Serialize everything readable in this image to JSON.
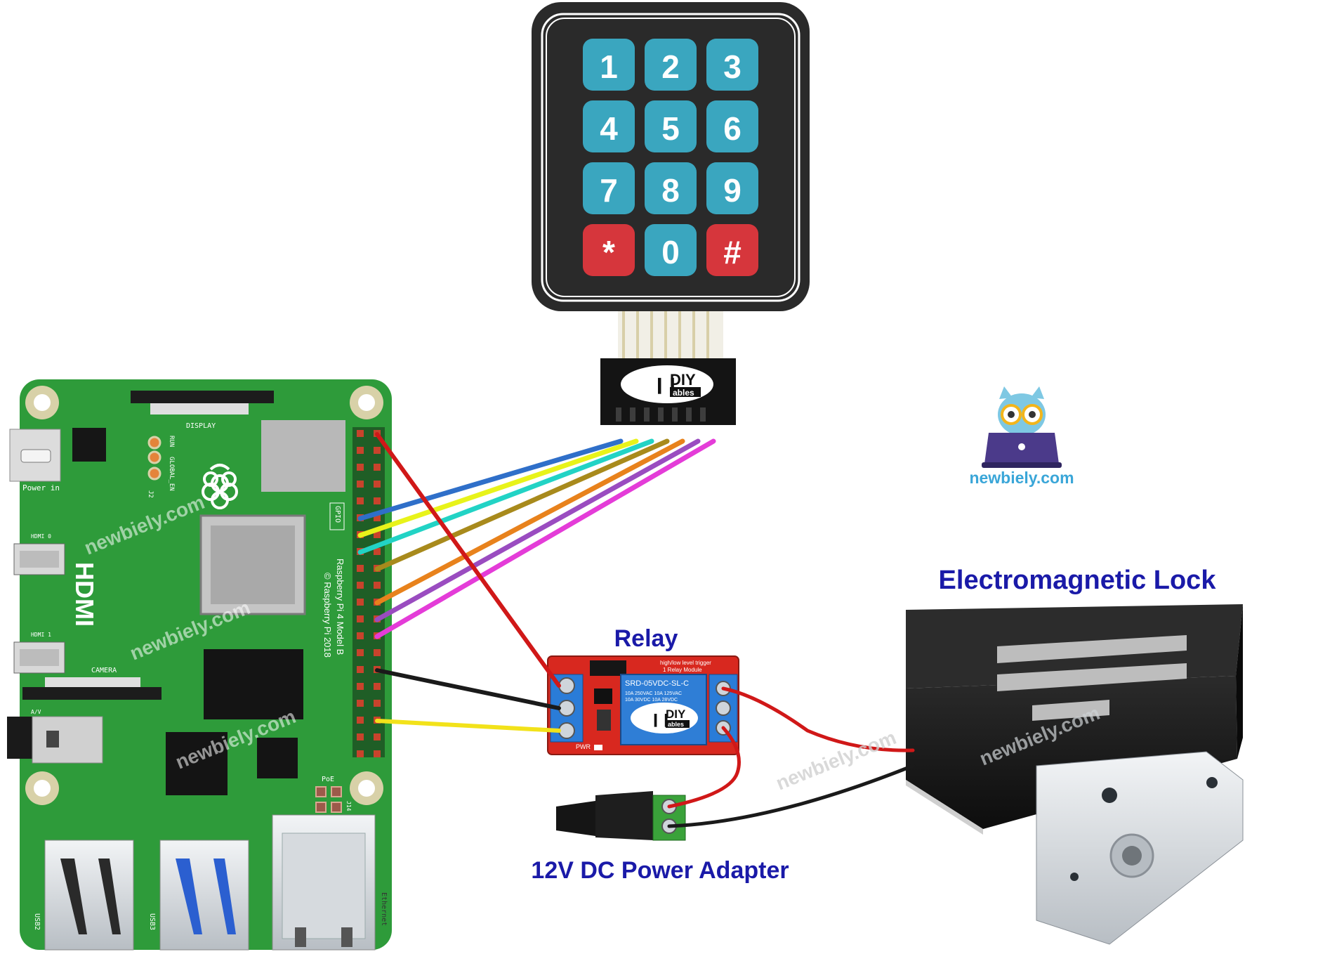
{
  "labels": {
    "lock_title": "Electromagnetic Lock",
    "relay_title": "Relay",
    "adapter_title": "12V DC Power Adapter"
  },
  "brand": {
    "site": "newbiely.com",
    "watermark": "newbiely.com",
    "module_logo_top": "DIY",
    "module_logo_bottom": "ables"
  },
  "keypad": {
    "keys": [
      "1",
      "2",
      "3",
      "4",
      "5",
      "6",
      "7",
      "8",
      "9",
      "*",
      "0",
      "#"
    ],
    "key_color": "#3aa6bf",
    "special_key_color": "#d6363c"
  },
  "pi": {
    "power_label": "Power in",
    "display_label": "DISPLAY",
    "camera_label": "CAMERA",
    "hdmi_label": "HDMI",
    "hdmi0_label": "HDMI 0",
    "hdmi1_label": "HDMI 1",
    "av_label": "A/V",
    "gpio_label": "GPIO",
    "poe_label": "PoE",
    "run_label": "RUN",
    "global_en_label": "GLOBAL_EN",
    "j2_label": "J2",
    "j14_label": "J14",
    "model_line1": "Raspberry Pi 4 Model B",
    "model_line2": "© Raspberry Pi 2018",
    "usb2_label": "USB2",
    "usb3_label": "USB3",
    "ethernet_label": "Ethernet",
    "board_color": "#2e9b3a"
  },
  "relay": {
    "module_text": "1 Relay Module",
    "trigger_text": "high/low level trigger",
    "part_text": "SRD-05VDC-SL-C",
    "rating1": "10A 250VAC 10A 125VAC",
    "rating2": "10A 30VDC 10A 28VDC",
    "pwr_label": "PWR"
  },
  "wire_colors": {
    "red": "#d01818",
    "black": "#1a1a1a",
    "yellow": "#f2e21a",
    "blue": "#2f6fc9",
    "lime": "#e8f31a",
    "cyan": "#22d3c5",
    "olive": "#a88a1c",
    "orange": "#e8821c",
    "purple": "#9a4cc0",
    "magenta": "#e43cd8"
  }
}
